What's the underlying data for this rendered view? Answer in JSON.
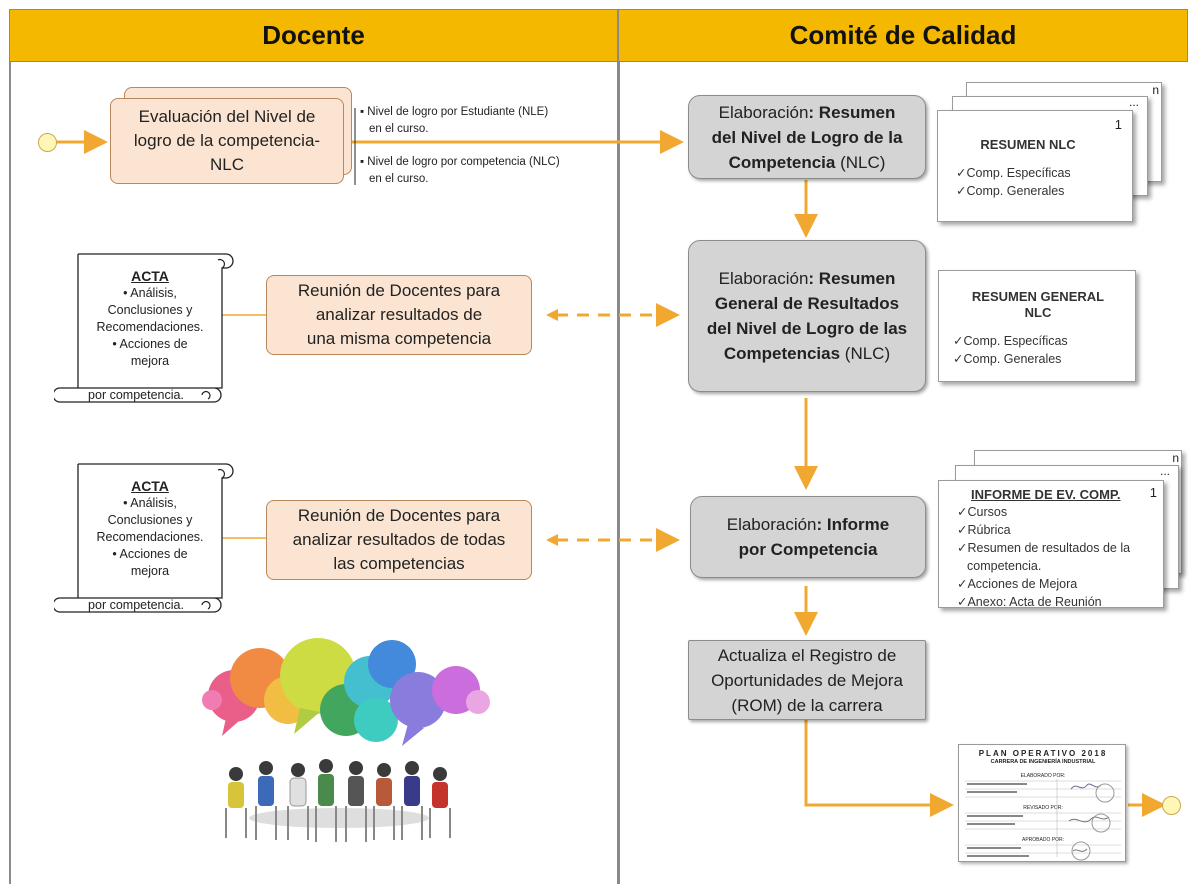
{
  "headers": {
    "left": "Docente",
    "right": "Comité de Calidad"
  },
  "docente": {
    "eval_box": [
      "Evaluación del Nivel de",
      "logro de la competencia-",
      "NLC"
    ],
    "notes": [
      {
        "line1": "Nivel de logro por Estudiante (NLE)",
        "line2": "en el curso."
      },
      {
        "line1": "Nivel de logro por competencia (NLC)",
        "line2": "en el curso."
      }
    ],
    "meeting1": [
      "Reunión de Docentes para",
      "analizar resultados de",
      "una misma competencia"
    ],
    "meeting2": [
      "Reunión de Docentes para",
      "analizar resultados de todas",
      "las competencias"
    ],
    "acta": {
      "title": "ACTA",
      "items": [
        "• Análisis,",
        "Conclusiones y",
        "Recomendaciones.",
        "• Acciones de",
        "mejora"
      ],
      "footer": "por competencia."
    }
  },
  "comite": {
    "box1": {
      "prefix": "Elaboración",
      "bold1": ": Resumen",
      "bold2": "del Nivel de Logro de la",
      "bold3": "Competencia",
      "suffix": " (NLC)"
    },
    "box2": {
      "prefix": "Elaboración",
      "bold1": ": Resumen",
      "bold2": "General de Resultados",
      "bold3": "del Nivel de Logro de las",
      "bold4": "Competencias",
      "suffix": " (NLC)"
    },
    "box3": {
      "prefix": "Elaboración",
      "bold1": ": Informe",
      "bold2": "por Competencia"
    },
    "box4": [
      "Actualiza el Registro de",
      "Oportunidades de Mejora",
      "(ROM) de la carrera"
    ],
    "doc1": {
      "title": "RESUMEN NLC",
      "page_num": "1",
      "ellipsis": "...",
      "back_letter": "n",
      "items": [
        "✓Comp. Específicas",
        "✓Comp. Generales"
      ]
    },
    "doc2": {
      "title_line1": "RESUMEN GENERAL",
      "title_line2": "NLC",
      "items": [
        "✓Comp. Específicas",
        "✓Comp. Generales"
      ]
    },
    "doc3": {
      "title": "INFORME DE EV. COMP.",
      "page_num": "1",
      "ellipsis": "...",
      "back_letter": "n",
      "items": [
        "✓Cursos",
        "✓Rúbrica",
        "✓Resumen de resultados de la",
        "competencia.",
        "✓Acciones de Mejora",
        "✓Anexo: Acta de Reunión"
      ]
    },
    "plan": {
      "title": "PLAN OPERATIVO 2018",
      "subtitle": "CARRERA DE INGENIERÍA INDUSTRIAL",
      "sec1": "ELABORADO POR:",
      "sec2": "REVISADO POR:",
      "sec3": "APROBADO POR:"
    }
  },
  "colors": {
    "header": "#f5b800",
    "arrow": "#f0a830",
    "peach": "#fbe5d2",
    "grey_box": "#d4d4d4",
    "terminal": "#fff6b8"
  },
  "illustration": {
    "bubbles": "speech-bubbles-icon",
    "people": "meeting-people-icon"
  }
}
